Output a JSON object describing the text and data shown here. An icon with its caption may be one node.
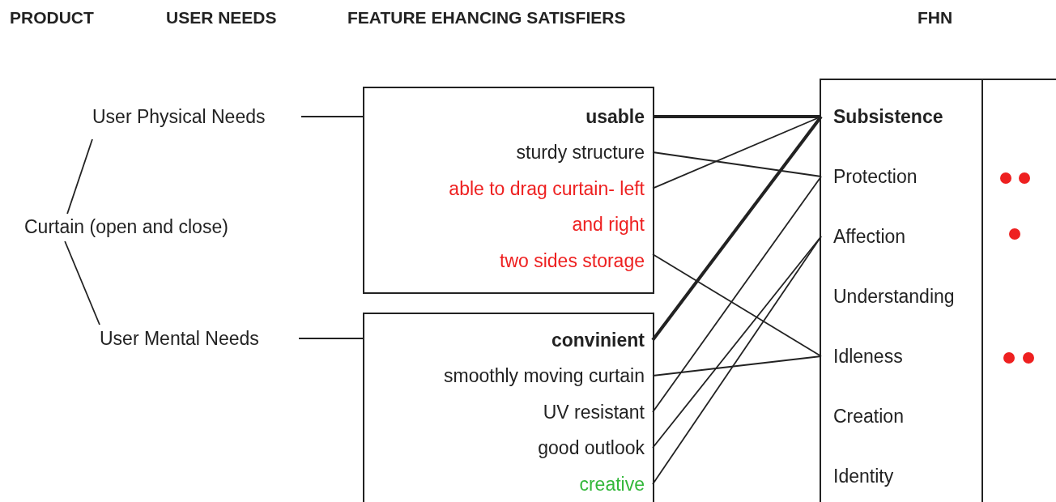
{
  "diagram": {
    "nodes": [
      {
        "text": [
          "Curtain (open and close)"
        ]
      },
      {
        "text": [
          "User Physical Needs"
        ]
      },
      {
        "text": [
          "User Mental Needs"
        ]
      },
      {
        "text": [],
        "shape": "box"
      },
      {
        "text": [
          "usable"
        ],
        "in": 3
      },
      {
        "text": [
          "sturdy structure"
        ],
        "in": 3
      },
      {
        "text": [
          "able to drag curtain- left and right"
        ],
        "in": 3
      },
      {
        "text": [
          "two sides storage"
        ],
        "in": 3
      },
      {
        "text": [],
        "shape": "box"
      },
      {
        "text": [
          "convinient"
        ],
        "in": 8
      },
      {
        "text": [
          "smoothly moving curtain"
        ],
        "in": 8
      },
      {
        "text": [
          "UV resistant"
        ],
        "in": 8
      },
      {
        "text": [
          "good outlook"
        ],
        "in": 8
      },
      {
        "text": [
          "creative"
        ],
        "in": 8
      },
      {
        "text": [],
        "shape": "box"
      },
      {
        "text": [
          "Subsistence"
        ],
        "in": 14
      },
      {
        "text": [
          "Protection"
        ],
        "in": 14
      },
      {
        "text": [
          "Affection"
        ],
        "in": 14
      },
      {
        "text": [
          "Understanding"
        ],
        "in": 14
      },
      {
        "text": [
          "Idleness"
        ],
        "in": 14
      },
      {
        "text": [
          "Creation"
        ],
        "in": 14
      },
      {
        "text": [
          "Identity"
        ],
        "in": 14
      }
    ],
    "edges": [
      {
        "from": 0,
        "to": 1,
        "arrow": "none"
      },
      {
        "from": 0,
        "to": 2,
        "arrow": "none"
      },
      {
        "from": 1,
        "to": 3,
        "arrow": "none"
      },
      {
        "from": 2,
        "to": 8,
        "arrow": "none"
      },
      {
        "from": 4,
        "to": 15,
        "arrow": "none",
        "style": "thick"
      },
      {
        "from": 5,
        "to": 16,
        "arrow": "none"
      },
      {
        "from": 6,
        "to": 15,
        "arrow": "none"
      },
      {
        "from": 7,
        "to": 19,
        "arrow": "none"
      },
      {
        "from": 9,
        "to": 15,
        "arrow": "none",
        "style": "thick"
      },
      {
        "from": 10,
        "to": 19,
        "arrow": "none"
      },
      {
        "from": 11,
        "to": 16,
        "arrow": "none"
      },
      {
        "from": 12,
        "to": 17,
        "arrow": "none"
      },
      {
        "from": 13,
        "to": 17,
        "arrow": "none"
      }
    ],
    "labels": [
      "PRODUCT",
      "USER NEEDS",
      "FEATURE EHANCING SATISFIERS",
      "FHN"
    ]
  }
}
